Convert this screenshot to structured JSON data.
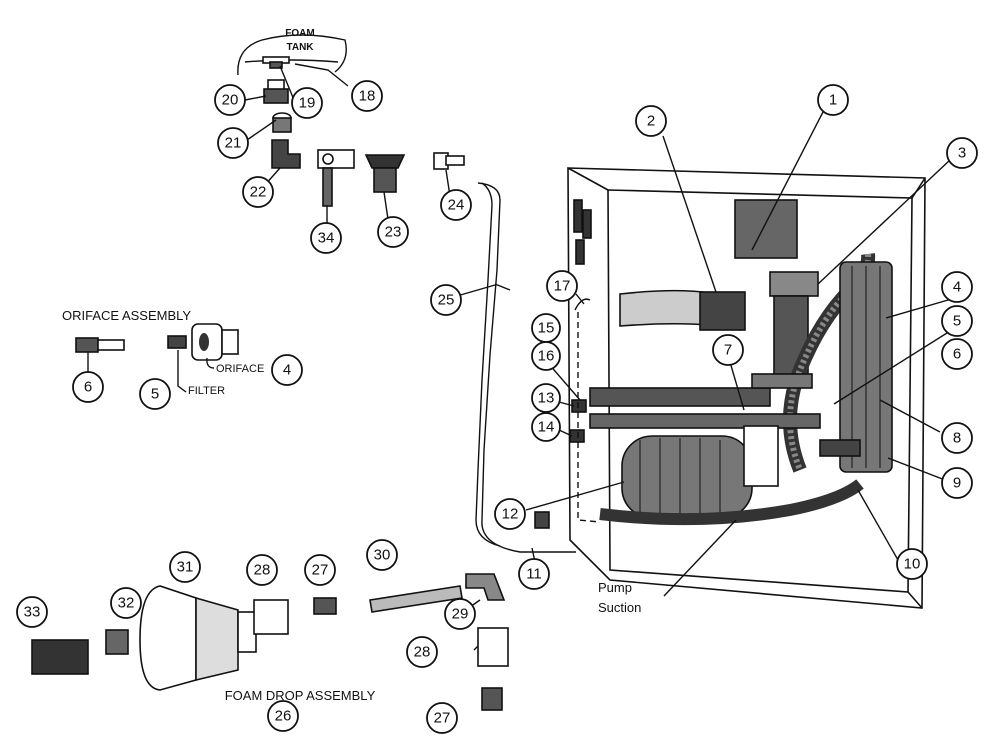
{
  "labels": {
    "foam_tank": [
      "FOAM",
      "TANK"
    ],
    "oriface_assembly": "ORIFACE ASSEMBLY",
    "oriface": "ORIFACE",
    "filter": "FILTER",
    "foam_drop_assembly": "FOAM DROP ASSEMBLY",
    "pump_suction": [
      "Pump",
      "Suction"
    ]
  },
  "callouts": [
    "1",
    "2",
    "3",
    "4",
    "5",
    "6",
    "7",
    "8",
    "9",
    "10",
    "11",
    "12",
    "13",
    "14",
    "15",
    "16",
    "17",
    "18",
    "19",
    "20",
    "21",
    "22",
    "23",
    "24",
    "25",
    "26",
    "27",
    "28",
    "29",
    "30",
    "31",
    "32",
    "33",
    "34",
    "4",
    "5",
    "6",
    "27",
    "28"
  ],
  "colors": {
    "ink": "#111111",
    "paper": "#ffffff",
    "shade": "#555555"
  }
}
